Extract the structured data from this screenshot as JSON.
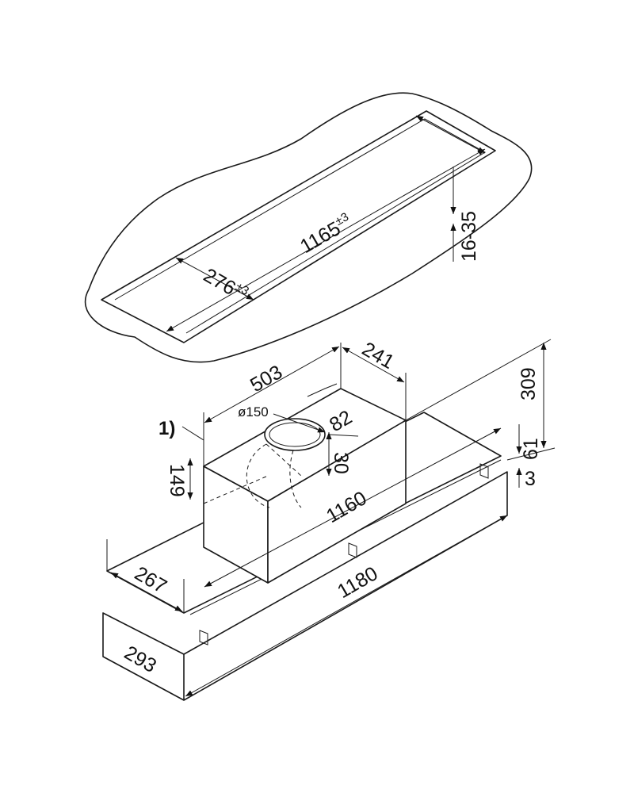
{
  "diagram": {
    "cutout": {
      "length": "1165",
      "length_tol": "±3",
      "width": "276",
      "width_tol": "±3",
      "worktop_thickness": "16-35"
    },
    "hood": {
      "motor_width": "503",
      "motor_depth": "241",
      "total_height": "309",
      "duct_diameter": "ø150",
      "duct_offset": "82",
      "duct_height": "30",
      "motor_height": "149",
      "panel_height": "61",
      "lip": "3",
      "inner_length": "1160",
      "inner_depth": "267",
      "outer_length": "1180",
      "outer_depth": "293",
      "note_ref": "1)"
    }
  }
}
